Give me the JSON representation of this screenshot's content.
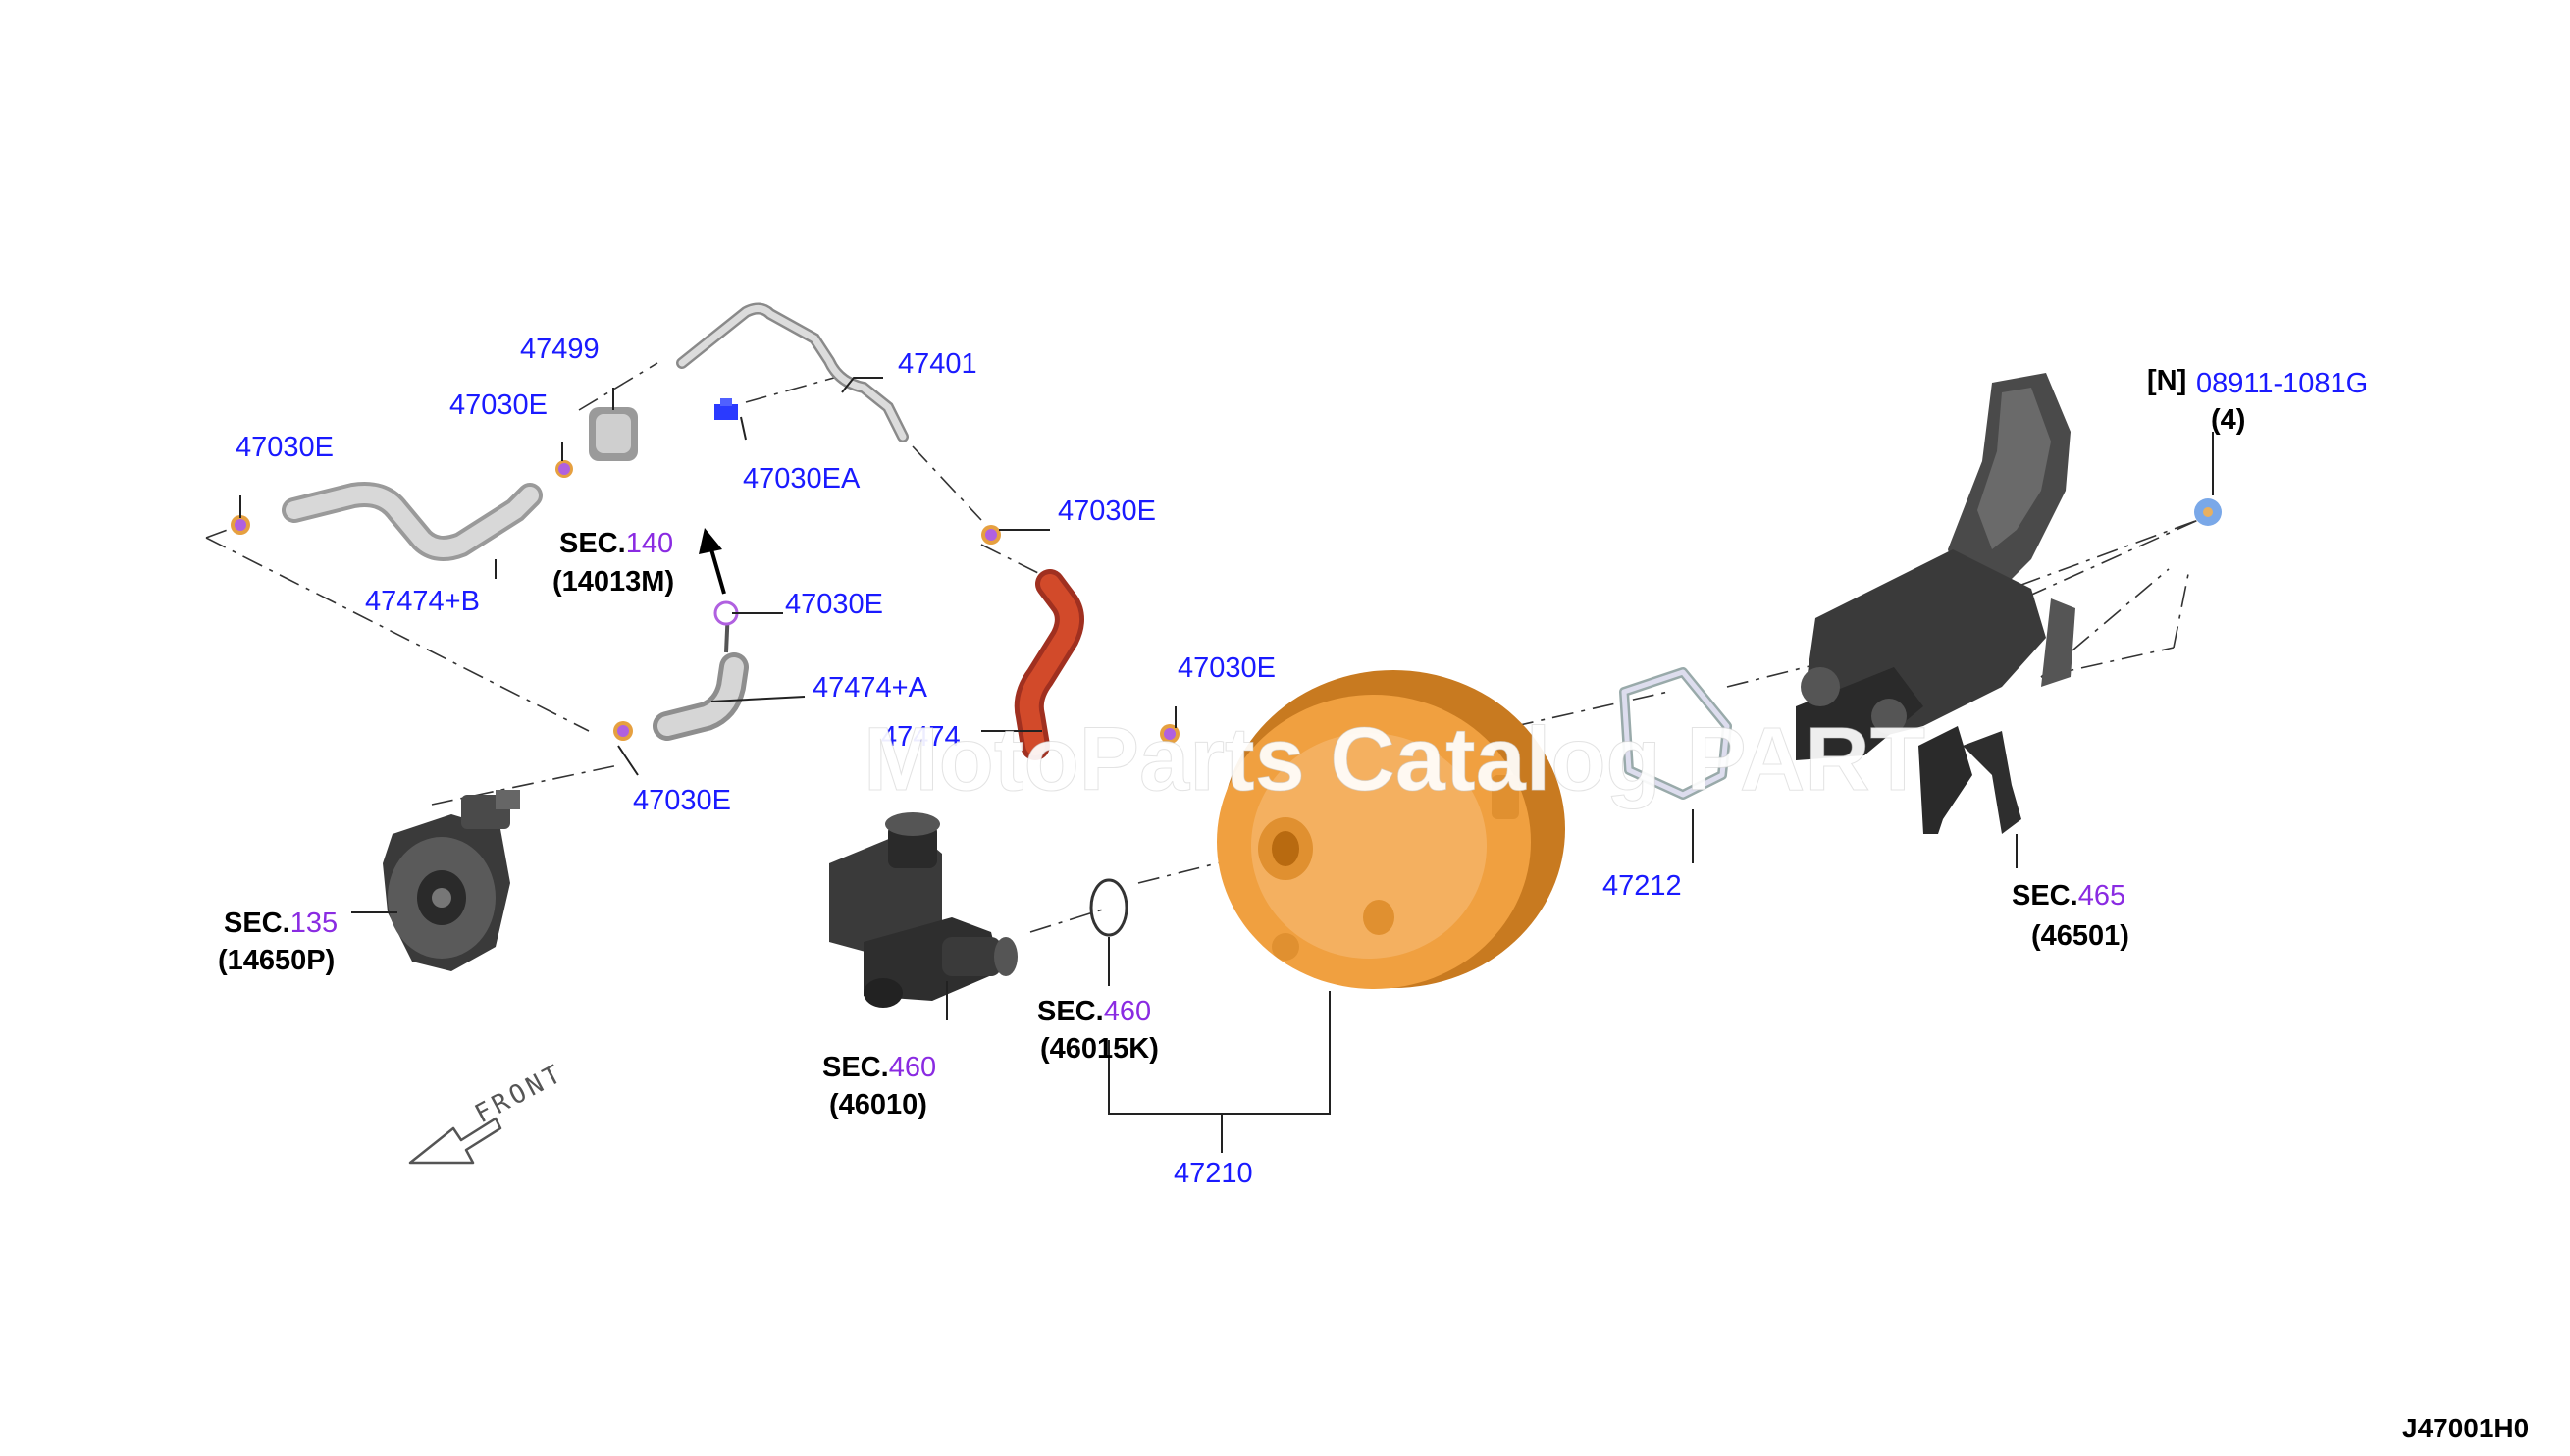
{
  "diagram_id": "J47001H0",
  "front_label": "FRONT",
  "watermark": "MotoParts Catalog PART",
  "callouts": {
    "c47499": "47499",
    "c47401": "47401",
    "c47030E_a": "47030E",
    "c47030E_b": "47030E",
    "c47030EA": "47030EA",
    "c47030E_c": "47030E",
    "c47474B": "47474+B",
    "c47030E_d": "47030E",
    "c47474A": "47474+A",
    "c47474": "47474",
    "c47030E_e": "47030E",
    "c47030E_f": "47030E",
    "c47212": "47212",
    "c47210": "47210",
    "n_prefix": "[N]",
    "c08911": "08911-1081G",
    "qty": "(4)"
  },
  "sections": {
    "s140": {
      "prefix": "SEC.",
      "num": "140",
      "code": "(14013M)"
    },
    "s135": {
      "prefix": "SEC.",
      "num": "135",
      "code": "(14650P)"
    },
    "s460a": {
      "prefix": "SEC.",
      "num": "460",
      "code": "(46010)"
    },
    "s460b": {
      "prefix": "SEC.",
      "num": "460",
      "code": "(46015K)"
    },
    "s465": {
      "prefix": "SEC.",
      "num": "465",
      "code": "(46501)"
    }
  },
  "colors": {
    "callout": "#1a1aff",
    "section_number": "#8a2be2",
    "booster": "#f0a040",
    "red_hose": "#d24a2a",
    "grey_part": "#c8c8c8",
    "dark_part": "#3a3a3a"
  },
  "icons": [
    "clip-icon",
    "arrow-icon",
    "front-arrow-icon"
  ]
}
